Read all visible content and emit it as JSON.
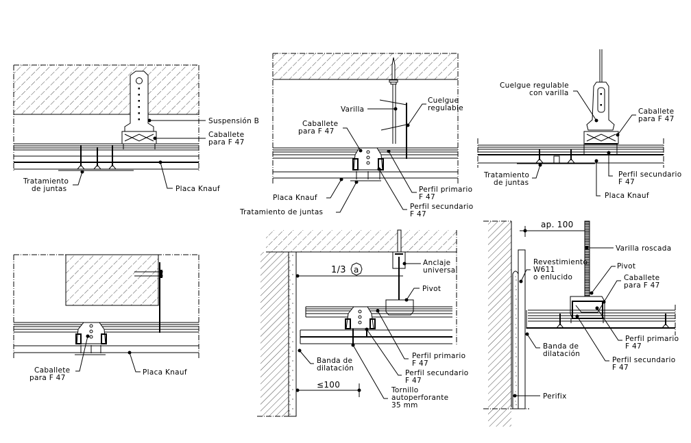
{
  "drawing": {
    "title": "Knauf suspended ceiling construction details",
    "colors": {
      "ink": "#000000",
      "paper": "#ffffff"
    }
  },
  "details": [
    {
      "id": "detail-1",
      "labels": {
        "suspension": "Suspensión B",
        "caballete_1": "Caballete",
        "caballete_2": "para F 47",
        "juntas_1": "Tratamiento",
        "juntas_2": "de juntas",
        "placa": "Placa Knauf"
      }
    },
    {
      "id": "detail-2",
      "labels": {
        "varilla": "Varilla",
        "cuelgue_1": "Cuelgue",
        "cuelgue_2": "regulable",
        "caballete_1": "Caballete",
        "caballete_2": "para F 47",
        "placa": "Placa Knauf",
        "juntas": "Tratamiento de juntas",
        "primario_1": "Perfil primario",
        "primario_2": "F 47",
        "secundario_1": "Perfil secundario",
        "secundario_2": "F 47"
      }
    },
    {
      "id": "detail-3",
      "labels": {
        "cuelgue_1": "Cuelgue regulable",
        "cuelgue_2": "con varilla",
        "caballete_1": "Caballete",
        "caballete_2": "para F 47",
        "juntas_1": "Tratamiento",
        "juntas_2": "de juntas",
        "secundario_1": "Perfil secundario",
        "secundario_2": "F 47",
        "placa": "Placa Knauf"
      }
    },
    {
      "id": "detail-4",
      "labels": {
        "caballete_1": "Caballete",
        "caballete_2": "para F 47",
        "placa": "Placa Knauf"
      }
    },
    {
      "id": "detail-5",
      "labels": {
        "dimension": "1/3",
        "dimension_tag": "a",
        "anclaje_1": "Anclaje",
        "anclaje_2": "universal",
        "pivot": "Pivot",
        "primario_1": "Perfil primario",
        "primario_2": "F 47",
        "secundario_1": "Perfil secundario",
        "secundario_2": "F 47",
        "banda_1": "Banda de",
        "banda_2": "dilatación",
        "max_dim": "≤100",
        "tornillo_1": "Tornillo",
        "tornillo_2": "autoperforante",
        "tornillo_3": "35 mm"
      }
    },
    {
      "id": "detail-6",
      "labels": {
        "dimension": "ap. 100",
        "varilla": "Varilla roscada",
        "revest_1": "Revestimiento",
        "revest_2": "W611",
        "revest_3": "o enlucido",
        "pivot": "Pivot",
        "caballete_1": "Caballete",
        "caballete_2": "para F 47",
        "primario_1": "Perfil primario",
        "primario_2": "F 47",
        "banda_1": "Banda de",
        "banda_2": "dilatación",
        "secundario_1": "Perfil secundario",
        "secundario_2": "F 47",
        "perifix": "Perifix"
      }
    }
  ]
}
